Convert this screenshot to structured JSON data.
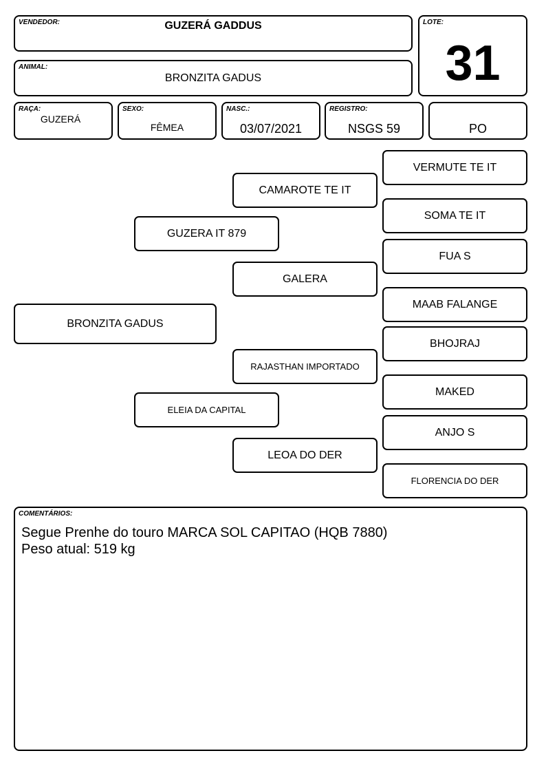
{
  "header": {
    "vendedor_label": "VENDEDOR:",
    "vendedor": "GUZERÁ GADDUS",
    "animal_label": "ANIMAL:",
    "animal": "BRONZITA GADUS",
    "lote_label": "LOTE:",
    "lote": "31"
  },
  "info": {
    "raca_label": "RAÇA:",
    "raca": "GUZERÁ",
    "sexo_label": "SEXO:",
    "sexo": "FÊMEA",
    "nasc_label": "NASC.:",
    "nasc": "03/07/2021",
    "registro_label": "REGISTRO:",
    "registro": "NSGS 59",
    "categoria": "PO"
  },
  "pedigree": {
    "animal": "BRONZITA GADUS",
    "sire": "GUZERA IT 879",
    "dam": "ELEIA DA CAPITAL",
    "sire_sire": "CAMAROTE TE IT",
    "sire_dam": "GALERA",
    "dam_sire": "RAJASTHAN IMPORTADO",
    "dam_dam": "LEOA DO DER",
    "ggp": [
      "VERMUTE TE IT",
      "SOMA TE IT",
      "FUA S",
      "MAAB FALANGE",
      "BHOJRAJ",
      "MAKED",
      "ANJO S",
      "FLORENCIA DO DER"
    ]
  },
  "comments": {
    "label": "COMENTÁRIOS:",
    "text": "Segue Prenhe do touro MARCA SOL CAPITAO (HQB 7880)\nPeso atual: 519 kg"
  }
}
